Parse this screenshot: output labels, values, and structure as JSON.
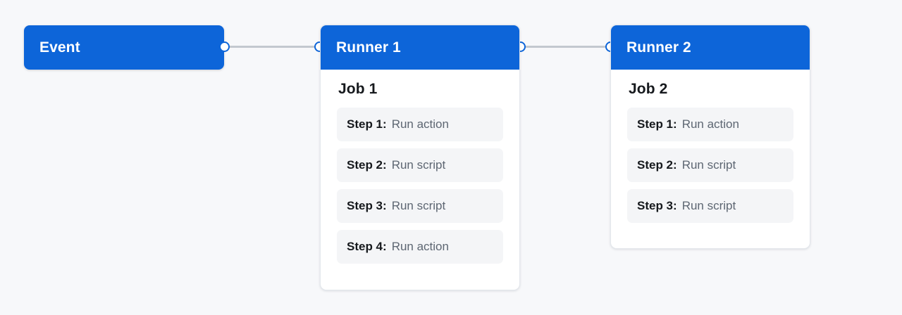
{
  "diagram": {
    "type": "workflow-graph",
    "background_color": "#f7f8fa",
    "accent_color": "#0d65d9",
    "connector_color": "#c3c8cf",
    "pill_color": "#f4f5f7"
  },
  "event": {
    "label": "Event"
  },
  "runners": [
    {
      "title": "Runner 1",
      "job_title": "Job 1",
      "steps": [
        {
          "label": "Step 1:",
          "desc": "Run action"
        },
        {
          "label": "Step 2:",
          "desc": "Run script"
        },
        {
          "label": "Step 3:",
          "desc": "Run script"
        },
        {
          "label": "Step 4:",
          "desc": "Run action"
        }
      ]
    },
    {
      "title": "Runner 2",
      "job_title": "Job 2",
      "steps": [
        {
          "label": "Step 1:",
          "desc": "Run action"
        },
        {
          "label": "Step 2:",
          "desc": "Run script"
        },
        {
          "label": "Step 3:",
          "desc": "Run script"
        }
      ]
    }
  ]
}
